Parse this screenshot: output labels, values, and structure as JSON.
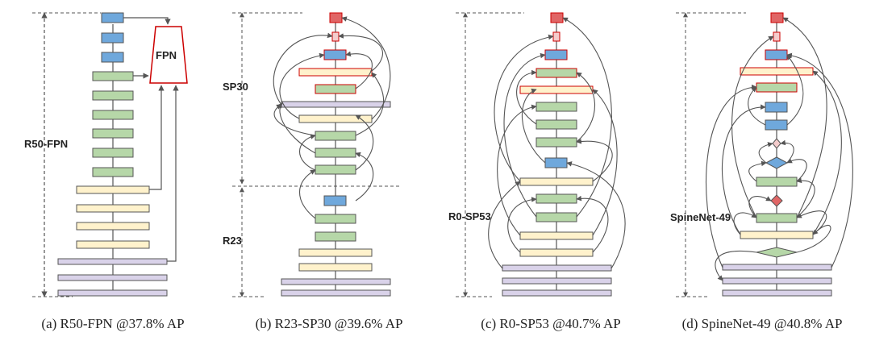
{
  "colors": {
    "blue": "#6fa8dc",
    "green": "#b6d7a8",
    "yellow": "#fff2cc",
    "lavender": "#d9d2e9",
    "red": "#e06666",
    "pink": "#f4cccc",
    "outline": "#555555",
    "highlight": "#cc0000"
  },
  "panels": [
    {
      "name": "r50-fpn",
      "caption": "(a) R50-FPN @37.8% AP",
      "labels": [
        "R50-FPN",
        "FPN"
      ]
    },
    {
      "name": "r23-sp30",
      "caption": "(b) R23-SP30 @39.6% AP",
      "labels": [
        "SP30",
        "R23"
      ]
    },
    {
      "name": "r0-sp53",
      "caption": "(c) R0-SP53 @40.7% AP",
      "labels": [
        "R0-SP53"
      ]
    },
    {
      "name": "spinenet-49",
      "caption": "(d) SpineNet-49 @40.8% AP",
      "labels": [
        "SpineNet-49"
      ]
    }
  ]
}
